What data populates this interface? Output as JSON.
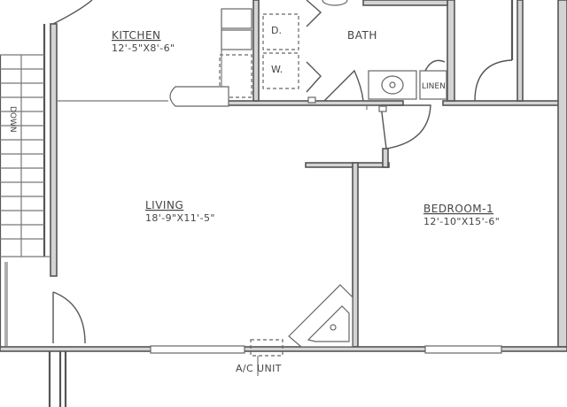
{
  "rooms": {
    "kitchen": {
      "name": "KITCHEN",
      "dims": "12'-5\"X8'-6\""
    },
    "bath": {
      "name": "BATH"
    },
    "living": {
      "name": "LIVING",
      "dims": "18'-9\"X11'-5\""
    },
    "bedroom": {
      "name": "BEDROOM-1",
      "dims": "12'-10\"X15'-6\""
    }
  },
  "fixtures": {
    "dryer": "D.",
    "washer": "W.",
    "linen": "LINEN",
    "stairs": "DOWN",
    "ac_unit": "A/C UNIT"
  }
}
